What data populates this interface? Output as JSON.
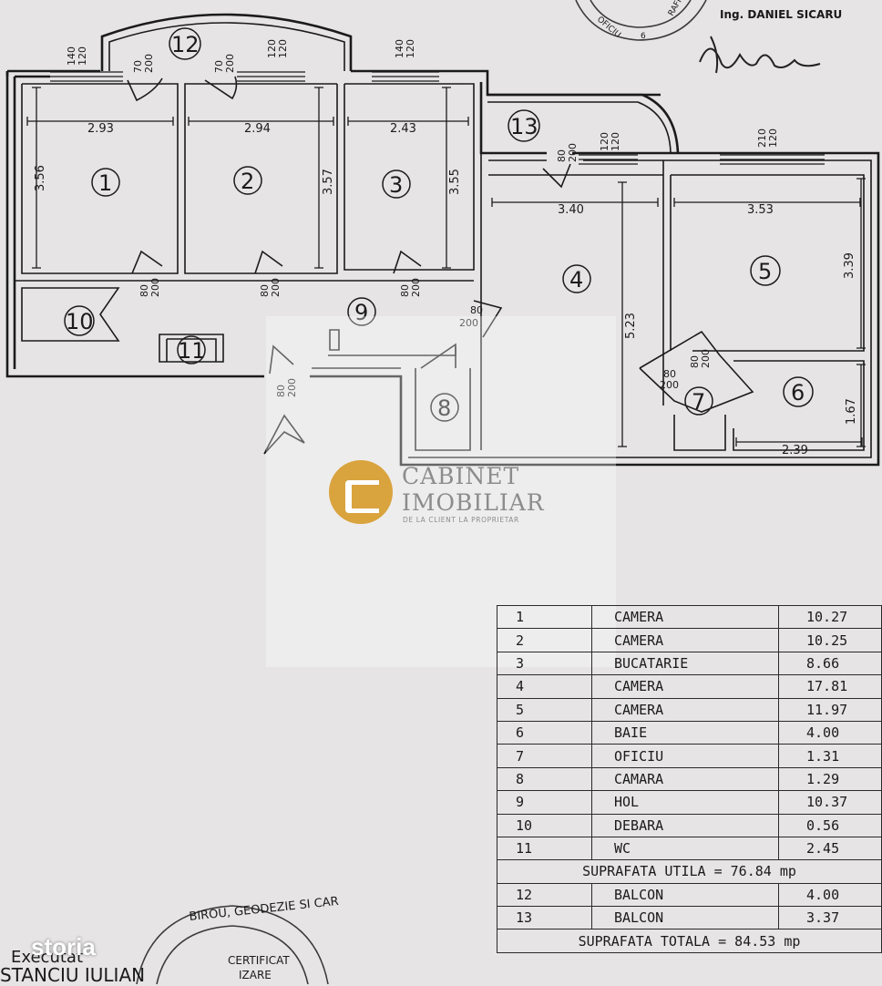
{
  "engineer": "Ing. DANIEL SICARU",
  "stamp_top_text": [
    "OFICIU",
    "RAFIE",
    "6"
  ],
  "watermark": {
    "line1": "CABINET",
    "line2": "IMOBILIAR",
    "tagline": "DE LA CLIENT LA PROPRIETAR"
  },
  "rooms": [
    {
      "no": "1",
      "name": "CAMERA",
      "area": "10.27"
    },
    {
      "no": "2",
      "name": "CAMERA",
      "area": "10.25"
    },
    {
      "no": "3",
      "name": "BUCATARIE",
      "area": "8.66"
    },
    {
      "no": "4",
      "name": "CAMERA",
      "area": "17.81"
    },
    {
      "no": "5",
      "name": "CAMERA",
      "area": "11.97"
    },
    {
      "no": "6",
      "name": "BAIE",
      "area": "4.00"
    },
    {
      "no": "7",
      "name": "OFICIU",
      "area": "1.31"
    },
    {
      "no": "8",
      "name": "CAMARA",
      "area": "1.29"
    },
    {
      "no": "9",
      "name": "HOL",
      "area": "10.37"
    },
    {
      "no": "10",
      "name": "DEBARA",
      "area": "0.56"
    },
    {
      "no": "11",
      "name": "WC",
      "area": "2.45"
    }
  ],
  "util_total": "SUPRAFATA UTILA = 76.84 mp",
  "balconies": [
    {
      "no": "12",
      "name": "BALCON",
      "area": "4.00"
    },
    {
      "no": "13",
      "name": "BALCON",
      "area": "3.37"
    }
  ],
  "grand_total": "SUPRAFATA TOTALA = 84.53 mp",
  "executant_label": "Executat",
  "executant_name": "STANCIU IULIAN",
  "stamp_bottom_text": "BIROU, GEODEZIE SI CAR",
  "stamp_bottom_text2": "CERTIFICAT",
  "stamp_bottom_text3": "IZARE",
  "brand": "storia",
  "dimensions": {
    "r1_w": "2.93",
    "r1_h": "3.56",
    "r2_w": "2.94",
    "r2_h": "3.57",
    "r3_w": "2.43",
    "r3_h": "3.55",
    "r4_w": "3.40",
    "r4_h": "5.23",
    "r5_w": "3.53",
    "r5_h": "3.39",
    "r6_w": "2.39",
    "r6_h": "1.67"
  },
  "windows": {
    "w1": [
      "140",
      "120"
    ],
    "w12a": [
      "70",
      "200"
    ],
    "w12b": [
      "70",
      "200"
    ],
    "w2": [
      "120",
      "120"
    ],
    "w3": [
      "140",
      "120"
    ],
    "w4": [
      "120",
      "120"
    ],
    "w5": [
      "210",
      "120"
    ]
  },
  "doors": {
    "d13": [
      "80",
      "200"
    ],
    "d1": [
      "80",
      "200"
    ],
    "d2": [
      "80",
      "200"
    ],
    "d3": [
      "80",
      "200"
    ],
    "d4": [
      "80",
      "200"
    ],
    "dentry": [
      "80",
      "200"
    ],
    "d7a": [
      "80",
      "200"
    ],
    "d7b": [
      "80",
      "200"
    ]
  },
  "room_labels": [
    "1",
    "2",
    "3",
    "4",
    "5",
    "6",
    "7",
    "8",
    "9",
    "10",
    "11",
    "12",
    "13"
  ]
}
